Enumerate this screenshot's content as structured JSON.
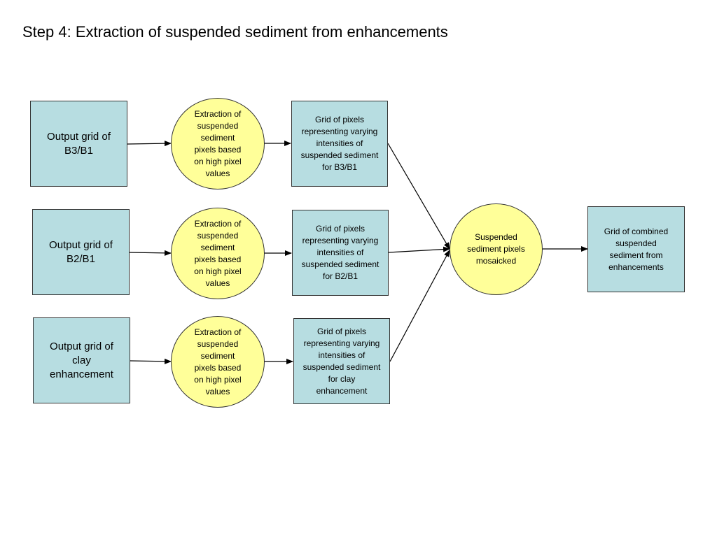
{
  "title": "Step 4: Extraction of suspended sediment from enhancements",
  "rows": [
    {
      "input": "Output grid of\nB3/B1",
      "process": "Extraction of\nsuspended\nsediment\npixels based\non high pixel\nvalues",
      "output": "Grid of pixels\nrepresenting varying\nintensities of\nsuspended sediment\nfor B3/B1"
    },
    {
      "input": "Output grid of\nB2/B1",
      "process": "Extraction of\nsuspended\nsediment\npixels based\non high pixel\nvalues",
      "output": "Grid of pixels\nrepresenting varying\nintensities of\nsuspended sediment\nfor B2/B1"
    },
    {
      "input": "Output grid of\nclay\nenhancement",
      "process": "Extraction of\nsuspended\nsediment\npixels based\non high pixel\nvalues",
      "output": "Grid of pixels\nrepresenting varying\nintensities of\nsuspended sediment\nfor clay\nenhancement"
    }
  ],
  "mosaic": "Suspended\nsediment pixels\nmosaicked",
  "final": "Grid of combined\nsuspended\nsediment from\nenhancements",
  "colors": {
    "box_fill": "#b7dde1",
    "circle_fill": "#ffff99",
    "stroke": "#333333"
  }
}
